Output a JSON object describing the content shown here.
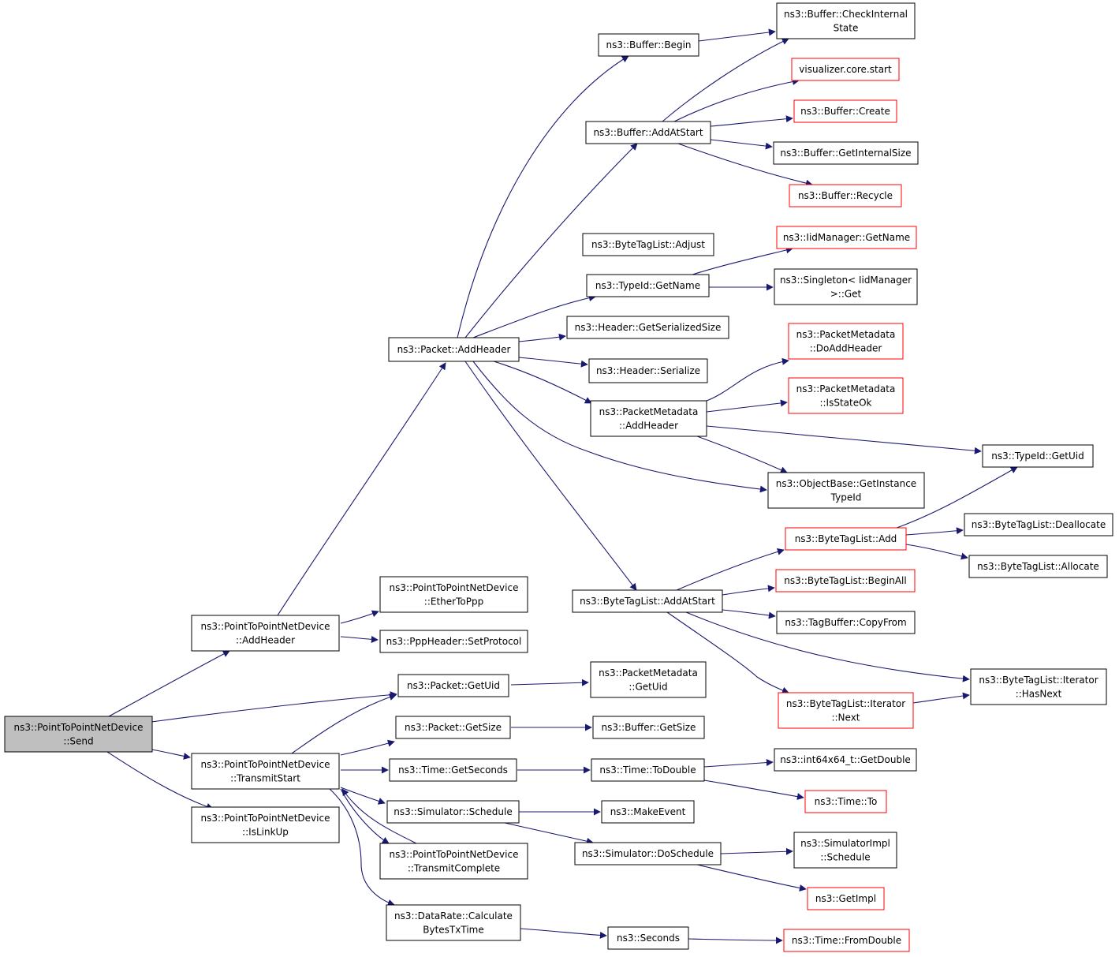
{
  "colors": {
    "edge": "#191970",
    "node_border": "#000000",
    "node_border_red": "#ff0000",
    "root_fill": "#bfbfbf",
    "background": "#ffffff"
  },
  "nodes": {
    "send": [
      "ns3::PointToPointNetDevice",
      "::Send"
    ],
    "p2p_addheader": [
      "ns3::PointToPointNetDevice",
      "::AddHeader"
    ],
    "transmitstart": [
      "ns3::PointToPointNetDevice",
      "::TransmitStart"
    ],
    "islinkup": [
      "ns3::PointToPointNetDevice",
      "::IsLinkUp"
    ],
    "ethertoppp": [
      "ns3::PointToPointNetDevice",
      "::EtherToPpp"
    ],
    "setprotocol": [
      "ns3::PppHeader::SetProtocol"
    ],
    "packet_getuid": [
      "ns3::Packet::GetUid"
    ],
    "packet_getsize": [
      "ns3::Packet::GetSize"
    ],
    "time_getseconds": [
      "ns3::Time::GetSeconds"
    ],
    "sim_schedule": [
      "ns3::Simulator::Schedule"
    ],
    "transmitcomplete": [
      "ns3::PointToPointNetDevice",
      "::TransmitComplete"
    ],
    "calcbytes": [
      "ns3::DataRate::Calculate",
      "BytesTxTime"
    ],
    "packet_addheader": [
      "ns3::Packet::AddHeader"
    ],
    "buffer_begin": [
      "ns3::Buffer::Begin"
    ],
    "buffer_addatstart": [
      "ns3::Buffer::AddAtStart"
    ],
    "checkinternal": [
      "ns3::Buffer::CheckInternal",
      "State"
    ],
    "viz_start": [
      "visualizer.core.start"
    ],
    "buffer_create": [
      "ns3::Buffer::Create"
    ],
    "buffer_getinternalsize": [
      "ns3::Buffer::GetInternalSize"
    ],
    "buffer_recycle": [
      "ns3::Buffer::Recycle"
    ],
    "btl_adjust": [
      "ns3::ByteTagList::Adjust"
    ],
    "typeid_getname": [
      "ns3::TypeId::GetName"
    ],
    "iidmanager_getname": [
      "ns3::IidManager::GetName"
    ],
    "singleton_get": [
      "ns3::Singleton< IidManager",
      ">::Get"
    ],
    "header_getserializedsize": [
      "ns3::Header::GetSerializedSize"
    ],
    "header_serialize": [
      "ns3::Header::Serialize"
    ],
    "pm_addheader": [
      "ns3::PacketMetadata",
      "::AddHeader"
    ],
    "pm_doaddheader": [
      "ns3::PacketMetadata",
      "::DoAddHeader"
    ],
    "pm_isstateok": [
      "ns3::PacketMetadata",
      "::IsStateOk"
    ],
    "typeid_getuid": [
      "ns3::TypeId::GetUid"
    ],
    "objectbase_getinstancetypeid": [
      "ns3::ObjectBase::GetInstance",
      "TypeId"
    ],
    "btl_add": [
      "ns3::ByteTagList::Add"
    ],
    "btl_deallocate": [
      "ns3::ByteTagList::Deallocate"
    ],
    "btl_allocate": [
      "ns3::ByteTagList::Allocate"
    ],
    "btl_addatstart": [
      "ns3::ByteTagList::AddAtStart"
    ],
    "btl_beginall": [
      "ns3::ByteTagList::BeginAll"
    ],
    "tagbuffer_copyfrom": [
      "ns3::TagBuffer::CopyFrom"
    ],
    "btl_iter_hasnext": [
      "ns3::ByteTagList::Iterator",
      "::HasNext"
    ],
    "btl_iter_next": [
      "ns3::ByteTagList::Iterator",
      "::Next"
    ],
    "pm_getuid": [
      "ns3::PacketMetadata",
      "::GetUid"
    ],
    "buffer_getsize": [
      "ns3::Buffer::GetSize"
    ],
    "time_todouble": [
      "ns3::Time::ToDouble"
    ],
    "int64_getdouble": [
      "ns3::int64x64_t::GetDouble"
    ],
    "time_to": [
      "ns3::Time::To"
    ],
    "makeevent": [
      "ns3::MakeEvent"
    ],
    "sim_doschedule": [
      "ns3::Simulator::DoSchedule"
    ],
    "simimpl_schedule": [
      "ns3::SimulatorImpl",
      "::Schedule"
    ],
    "getimpl": [
      "ns3::GetImpl"
    ],
    "seconds": [
      "ns3::Seconds"
    ],
    "time_fromdouble": [
      "ns3::Time::FromDouble"
    ]
  }
}
